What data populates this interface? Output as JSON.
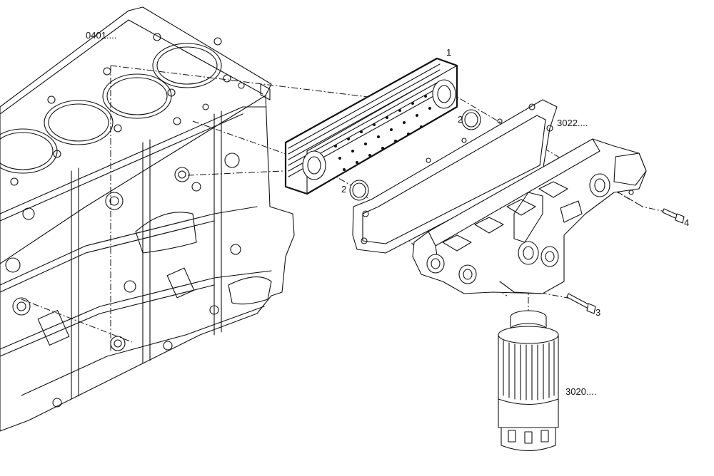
{
  "callouts": {
    "engine_block": "0401....",
    "oil_cooler": "1",
    "seal_ring_upper": "2",
    "seal_ring_lower": "2",
    "cooler_housing": "3022....",
    "bolt_long": "3",
    "bolt_short": "4",
    "oil_filter": "3020...."
  }
}
